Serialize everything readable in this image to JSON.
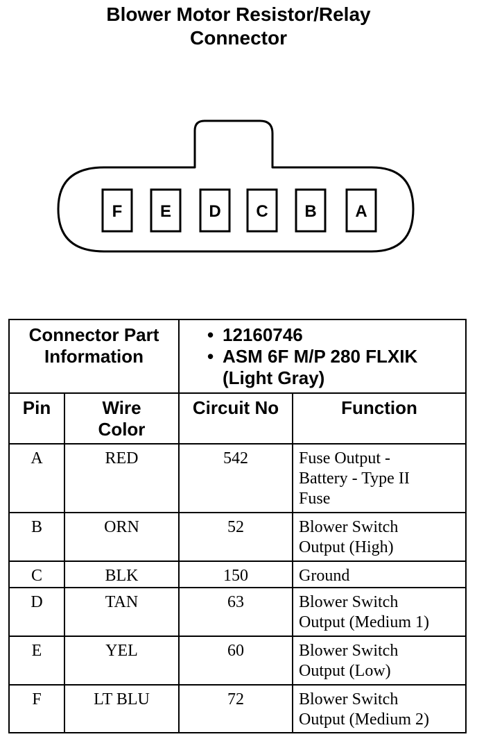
{
  "title": {
    "line1": "Blower Motor Resistor/Relay",
    "line2": "Connector"
  },
  "connector": {
    "cavities": [
      "F",
      "E",
      "D",
      "C",
      "B",
      "A"
    ]
  },
  "part_info": {
    "label_line1": "Connector Part",
    "label_line2": "Information",
    "bullet": "•",
    "part_number": "12160746",
    "description_line1": "ASM 6F M/P 280 FLXIK",
    "description_line2": "(Light Gray)"
  },
  "headers": {
    "pin": "Pin",
    "wire_color_line1": "Wire",
    "wire_color_line2": "Color",
    "circuit_no": "Circuit No",
    "function": "Function"
  },
  "rows": [
    {
      "pin": "A",
      "wire_color": "RED",
      "circuit_no": "542",
      "function": [
        "Fuse Output -",
        "Battery - Type II",
        "Fuse"
      ]
    },
    {
      "pin": "B",
      "wire_color": "ORN",
      "circuit_no": "52",
      "function": [
        "Blower Switch",
        "Output (High)"
      ]
    },
    {
      "pin": "C",
      "wire_color": "BLK",
      "circuit_no": "150",
      "function": [
        "Ground"
      ]
    },
    {
      "pin": "D",
      "wire_color": "TAN",
      "circuit_no": "63",
      "function": [
        "Blower Switch",
        "Output (Medium 1)"
      ]
    },
    {
      "pin": "E",
      "wire_color": "YEL",
      "circuit_no": "60",
      "function": [
        "Blower Switch",
        "Output (Low)"
      ]
    },
    {
      "pin": "F",
      "wire_color": "LT BLU",
      "circuit_no": "72",
      "function": [
        "Blower Switch",
        "Output (Medium 2)"
      ]
    }
  ]
}
